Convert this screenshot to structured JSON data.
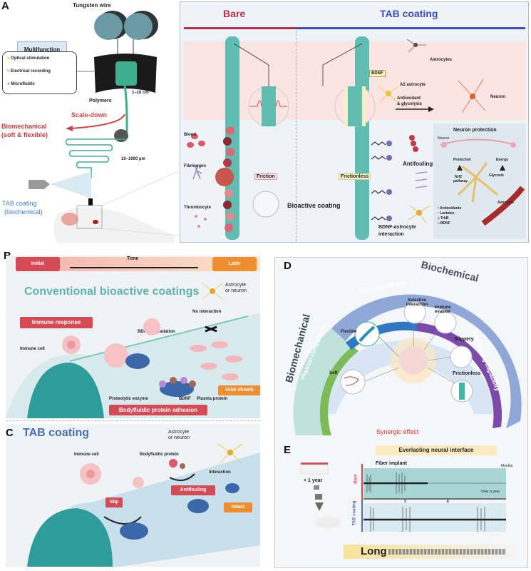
{
  "panel_a": {
    "letter": "A",
    "tungsten_wire": "Tungsten wire",
    "multifunction": {
      "title": "Multifunction",
      "items": [
        {
          "icon": "lightbulb-icon",
          "label": "Optical stimulation"
        },
        {
          "icon": "lightning-icon",
          "label": "Electrical recording"
        },
        {
          "icon": "droplet-icon",
          "label": "Microfluidic"
        }
      ]
    },
    "polymers": "Polymers",
    "size_large": "1–10 cm",
    "scale_down": "Scale-down",
    "biomechanical": "Biomechanical",
    "biomechanical_sub": "(soft & flexible)",
    "size_small": "10–1000 µm",
    "tab_coating": "TAB coating",
    "tab_coating_sub": "(biochemical)",
    "colors": {
      "red": "#c8373f",
      "blue": "#3f7fc4",
      "teal": "#3fb8a8"
    }
  },
  "panel_a_detail": {
    "bare_title": "Bare",
    "tab_title": "TAB coating",
    "bare_color": "#b8304d",
    "tab_color": "#3d4fb8",
    "blood": "Blood",
    "fibrinogen": "Fibrinogen",
    "thrombocyte": "Thrombocyte",
    "friction": "Friction",
    "frictionless": "Frictionless",
    "bioactive_coating": "Bioactive coating",
    "astrocytes": "Astrocytes",
    "bdnf": "BDNF",
    "a2_astrocyte": "A2 astrocyte",
    "antioxidant": "Antioxidant",
    "glycolysis": "& glycolysis",
    "neuron": "Neuron",
    "antifouling": "Antifouling",
    "bdnf_interaction_1": "BDNF-astrocyte",
    "bdnf_interaction_2": "interaction",
    "neuron_protection": {
      "title": "Neuron protection",
      "neuron": "Neuron",
      "protection": "Protection",
      "energy": "Energy",
      "nrf2_1": "Nrf2",
      "nrf2_2": "pathway",
      "glycosis": "Glycosis",
      "astrocyte": "Astrocyte",
      "legend": [
        "Antioxidants",
        "Lactates",
        "TrkB",
        "BDNF"
      ]
    }
  },
  "panel_b": {
    "letter": "B",
    "initial": "Initial",
    "time": "Time",
    "later": "Later",
    "title": "Conventional bioactive coatings",
    "astrocyte_1": "Astrocyte",
    "astrocyte_2": "or neuron",
    "no_interaction": "No interaction",
    "immune_response": "Immune response",
    "bdnf_degradation": "BDNF degradation",
    "immune_cell": "Immune cell",
    "glial_sheath": "Glial sheath",
    "proteolytic": "Proteolytic enzyme",
    "bdnf": "BDNF",
    "plasma": "Plasma protein",
    "adhesion": "Bodyfluidic protein adhesion"
  },
  "panel_c": {
    "letter": "C",
    "title": "TAB coating",
    "astrocyte_1": "Astrocyte",
    "astrocyte_2": "or neuron",
    "immune_cell": "Immune cell",
    "bodyfluidic": "Bodyfluidic protein",
    "interaction": "Interaction",
    "slip": "Slip",
    "antifouling": "Antifouling",
    "intact": "Intact"
  },
  "panel_d": {
    "letter": "D",
    "biochemical": "Biochemical",
    "biocompatibility": "Biocompatibility",
    "antifouling_capability": "Antifouling capability",
    "biomechanical": "Biomechanical",
    "physical_compatibility": "Physical compatibility",
    "features": [
      "Selective interaction",
      "Immune evasive",
      "Flexible",
      "Slippery",
      "Soft",
      "Frictionless"
    ],
    "synergic": "Synergic effect"
  },
  "panel_e": {
    "letter": "E",
    "title": "Everlasting neural interface",
    "plus_year": "+ 1 year",
    "fiber_implant": "Fiber implant",
    "months": "Months",
    "bare": "Bare",
    "tab_coating": "TAB coating",
    "over_a_year": "Over a year",
    "ticks": [
      "3",
      "6"
    ],
    "long": "Long"
  }
}
